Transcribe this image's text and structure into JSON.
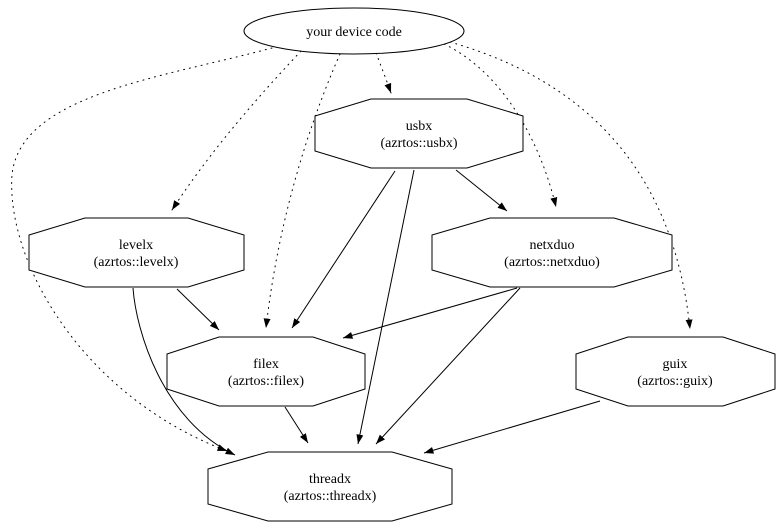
{
  "diagram": {
    "type": "dependency-graph",
    "background_color": "#ffffff",
    "stroke_color": "#000000",
    "nodes": {
      "device": {
        "label": "your device code",
        "shape": "ellipse"
      },
      "usbx": {
        "label": "usbx",
        "sublabel": "(azrtos::usbx)",
        "shape": "octagon"
      },
      "levelx": {
        "label": "levelx",
        "sublabel": "(azrtos::levelx)",
        "shape": "octagon"
      },
      "netxduo": {
        "label": "netxduo",
        "sublabel": "(azrtos::netxduo)",
        "shape": "octagon"
      },
      "filex": {
        "label": "filex",
        "sublabel": "(azrtos::filex)",
        "shape": "octagon"
      },
      "guix": {
        "label": "guix",
        "sublabel": "(azrtos::guix)",
        "shape": "octagon"
      },
      "threadx": {
        "label": "threadx",
        "sublabel": "(azrtos::threadx)",
        "shape": "octagon"
      }
    },
    "edges": [
      {
        "from": "your device code",
        "to": "usbx",
        "style": "dotted"
      },
      {
        "from": "your device code",
        "to": "levelx",
        "style": "dotted"
      },
      {
        "from": "your device code",
        "to": "filex",
        "style": "dotted"
      },
      {
        "from": "your device code",
        "to": "netxduo",
        "style": "dotted"
      },
      {
        "from": "your device code",
        "to": "guix",
        "style": "dotted"
      },
      {
        "from": "your device code",
        "to": "threadx",
        "style": "dotted"
      },
      {
        "from": "usbx",
        "to": "netxduo",
        "style": "solid"
      },
      {
        "from": "usbx",
        "to": "filex",
        "style": "solid"
      },
      {
        "from": "usbx",
        "to": "threadx",
        "style": "solid"
      },
      {
        "from": "levelx",
        "to": "filex",
        "style": "solid"
      },
      {
        "from": "levelx",
        "to": "threadx",
        "style": "solid"
      },
      {
        "from": "netxduo",
        "to": "filex",
        "style": "solid"
      },
      {
        "from": "netxduo",
        "to": "threadx",
        "style": "solid"
      },
      {
        "from": "filex",
        "to": "threadx",
        "style": "solid"
      },
      {
        "from": "guix",
        "to": "threadx",
        "style": "solid"
      }
    ]
  }
}
